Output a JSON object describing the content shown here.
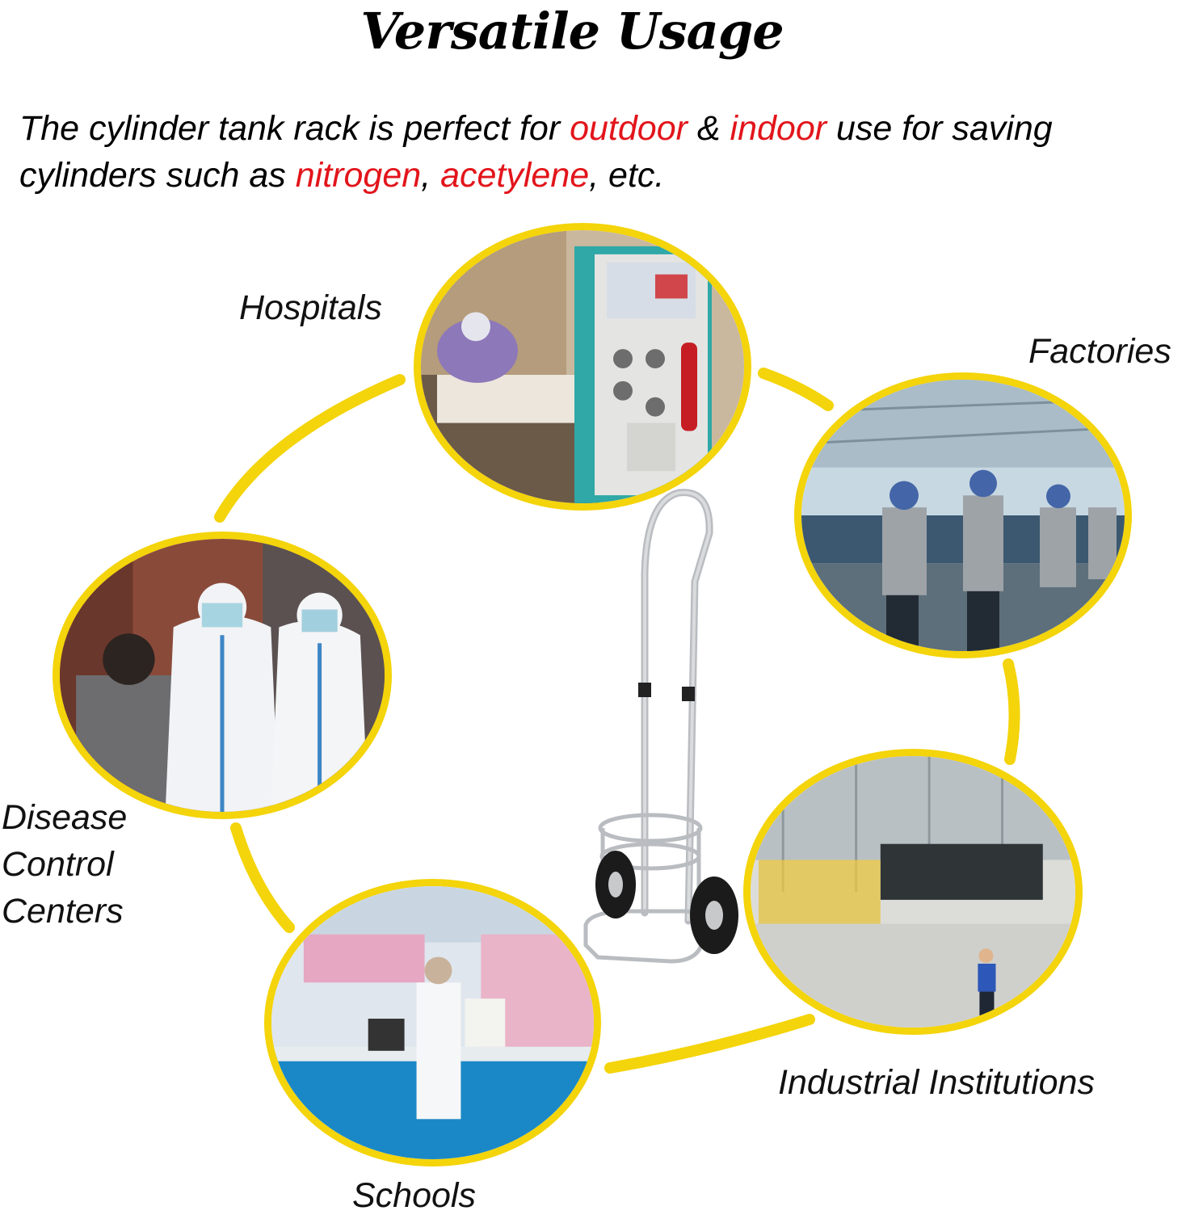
{
  "header": {
    "title": "Versatile Usage",
    "intro": {
      "p1": "The cylinder tank rack is perfect for ",
      "w1": "outdoor",
      "p2": " & ",
      "w2": "indoor",
      "p3": " use for saving cylinders such as ",
      "w3": "nitrogen",
      "p4": ", ",
      "w4": "acetylene",
      "p5": ", etc."
    }
  },
  "colors": {
    "accent_ring": "#f4d40a",
    "highlight_text": "#e2151b"
  },
  "locations": {
    "hospitals": "Hospitals",
    "factories": "Factories",
    "disease": [
      "Disease",
      "Control",
      "Centers"
    ],
    "industrial": "Industrial Institutions",
    "schools": "Schools"
  }
}
